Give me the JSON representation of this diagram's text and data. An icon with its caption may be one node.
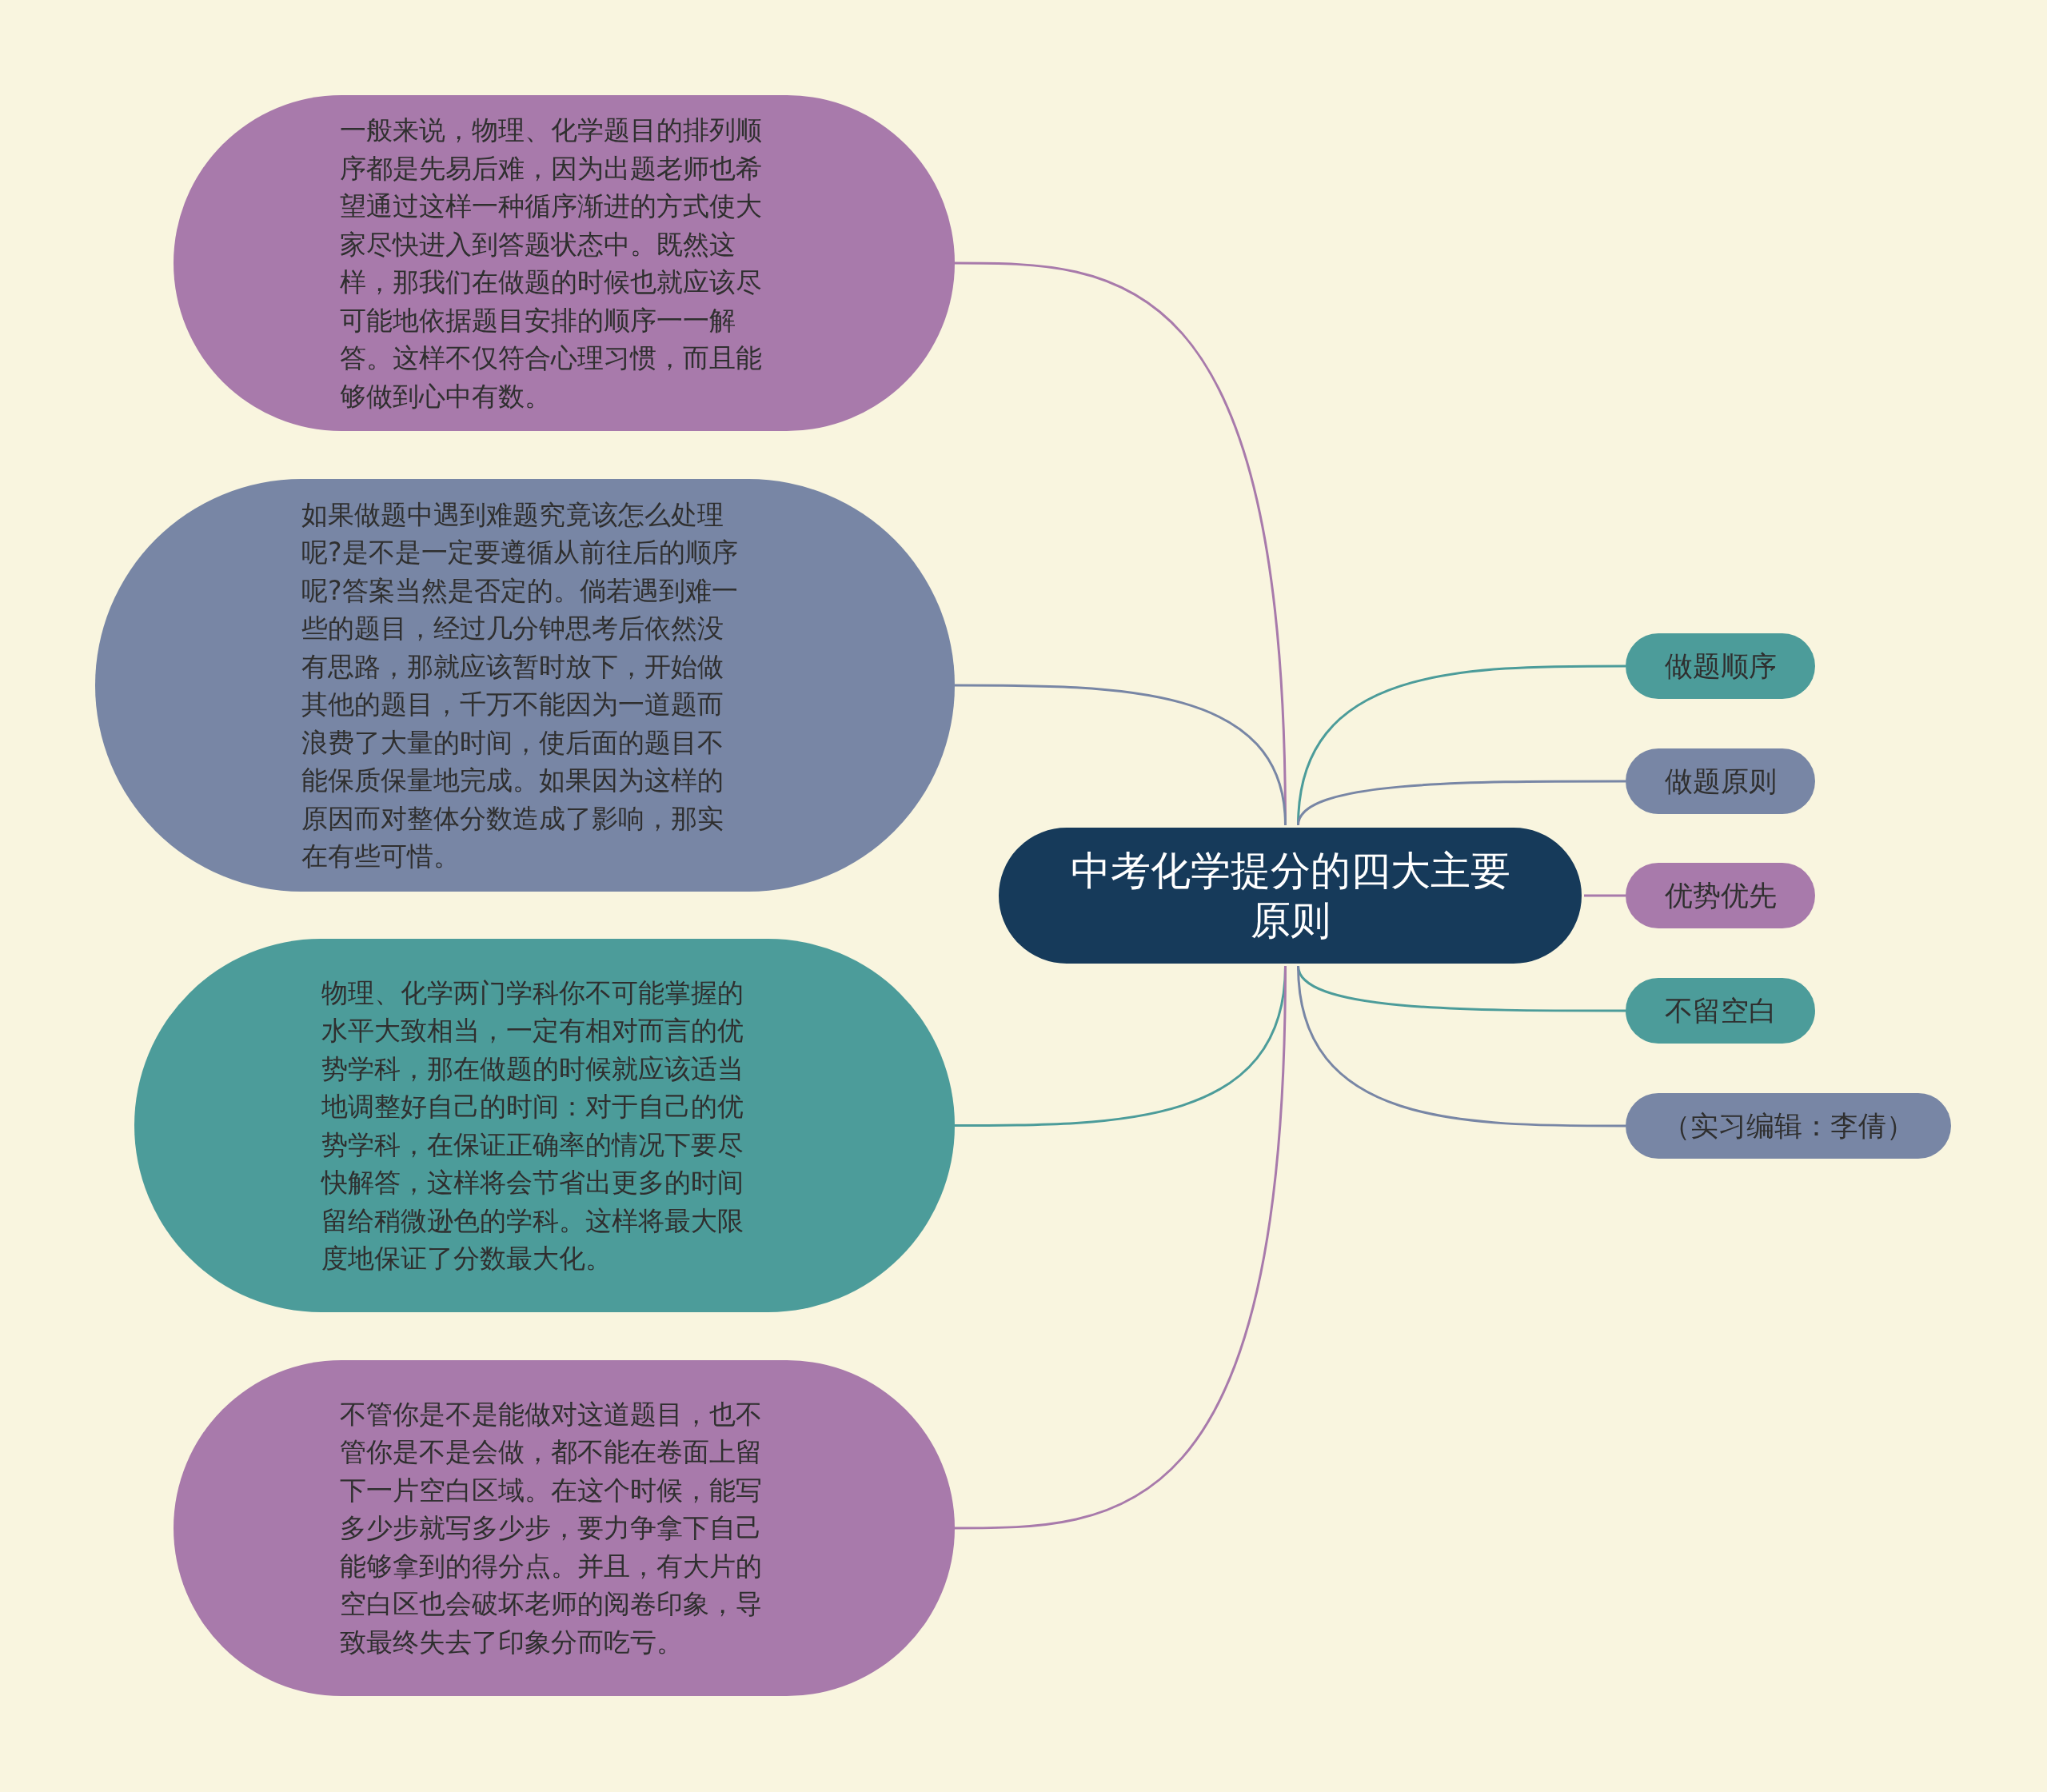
{
  "diagram": {
    "nodes": [
      {
        "text": [
          "中考化学提分的四大主要原则"
        ]
      },
      {
        "text": [
          "一般来说，物理、化学题目的排列顺序都是先易后难，因为出题老师也希望通过这样一种循序渐进的方式使大家尽快进入到答题状态中。既然这样，那我们在做题的时候也就应该尽可能地依据题目安排的顺序一一解答。这样不仅符合心理习惯，而且能够做到心中有数。"
        ]
      },
      {
        "text": [
          "如果做题中遇到难题究竟该怎么处理呢?是不是一定要遵循从前往后的顺序呢?答案当然是否定的。倘若遇到难一些的题目，经过几分钟思考后依然没有思路，那就应该暂时放下，开始做其他的题目，千万不能因为一道题而浪费了大量的时间，使后面的题目不能保质保量地完成。如果因为这样的原因而对整体分数造成了影响，那实在有些可惜。"
        ]
      },
      {
        "text": [
          "物理、化学两门学科你不可能掌握的水平大致相当，一定有相对而言的优势学科，那在做题的时候就应该适当地调整好自己的时间：对于自己的优势学科，在保证正确率的情况下要尽快解答，这样将会节省出更多的时间留给稍微逊色的学科。这样将最大限度地保证了分数最大化。"
        ]
      },
      {
        "text": [
          "不管你是不是能做对这道题目，也不管你是不是会做，都不能在卷面上留下一片空白区域。在这个时候，能写多少步就写多少步，要力争拿下自己能够拿到的得分点。并且，有大片的空白区也会破坏老师的阅卷印象，导致最终失去了印象分而吃亏。"
        ]
      },
      {
        "text": [
          "做题顺序"
        ]
      },
      {
        "text": [
          "做题原则"
        ]
      },
      {
        "text": [
          "优势优先"
        ]
      },
      {
        "text": [
          "不留空白"
        ]
      },
      {
        "text": [
          "（实习编辑：李倩）"
        ]
      }
    ],
    "edges": [
      {
        "from": 0,
        "to": 1,
        "arrow": "none",
        "color": "#a87aab"
      },
      {
        "from": 0,
        "to": 2,
        "arrow": "none",
        "color": "#7886a5"
      },
      {
        "from": 0,
        "to": 3,
        "arrow": "none",
        "color": "#4c9c9a"
      },
      {
        "from": 0,
        "to": 4,
        "arrow": "none",
        "color": "#a87aab"
      },
      {
        "from": 0,
        "to": 5,
        "arrow": "none",
        "color": "#4c9c9a"
      },
      {
        "from": 0,
        "to": 6,
        "arrow": "none",
        "color": "#7886a5"
      },
      {
        "from": 0,
        "to": 7,
        "arrow": "none",
        "color": "#a87aab"
      },
      {
        "from": 0,
        "to": 8,
        "arrow": "none",
        "color": "#4c9c9a"
      },
      {
        "from": 0,
        "to": 9,
        "arrow": "none",
        "color": "#7886a5"
      }
    ]
  }
}
